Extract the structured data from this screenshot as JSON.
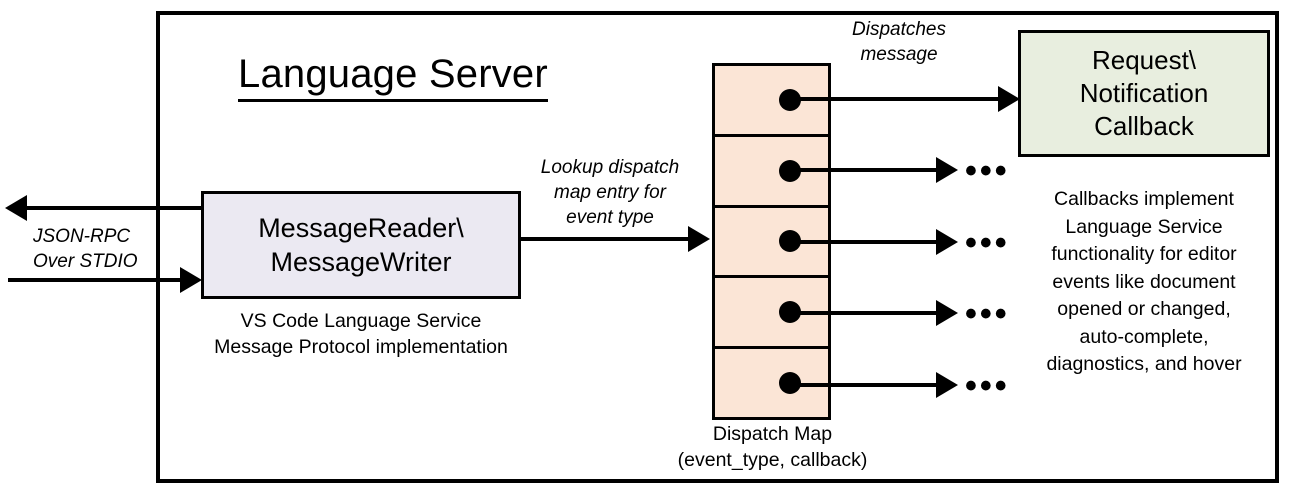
{
  "diagram": {
    "title": "Language Server",
    "nodes": {
      "reader": {
        "label": "MessageReader\\\nMessageWriter",
        "caption": "VS Code Language Service\nMessage Protocol implementation",
        "fill": "#EBE9F2"
      },
      "dispatch_map": {
        "caption": "Dispatch Map\n(event_type, callback)",
        "fill": "#FBE5D6",
        "row_count": 5,
        "rows": [
          {
            "target": "callback-box"
          },
          {
            "target": "ellipsis"
          },
          {
            "target": "ellipsis"
          },
          {
            "target": "ellipsis"
          },
          {
            "target": "ellipsis"
          }
        ]
      },
      "callback": {
        "label": "Request\\\nNotification\nCallback",
        "caption": "Callbacks implement\nLanguage Service\nfunctionality for editor\nevents like document\nopened or changed,\nauto-complete,\ndiagnostics, and hover",
        "fill": "#E8EEDF"
      }
    },
    "edges": {
      "jsonrpc": "JSON-RPC\nOver STDIO",
      "lookup": "Lookup dispatch\nmap entry for\nevent type",
      "dispatches": "Dispatches\nmessage"
    },
    "ellipsis": "•••",
    "colors": {
      "stroke": "#000000",
      "background": "#FFFFFF",
      "reader_fill": "#EBE9F2",
      "map_fill": "#FBE5D6",
      "callback_fill": "#E8EEDF"
    }
  }
}
